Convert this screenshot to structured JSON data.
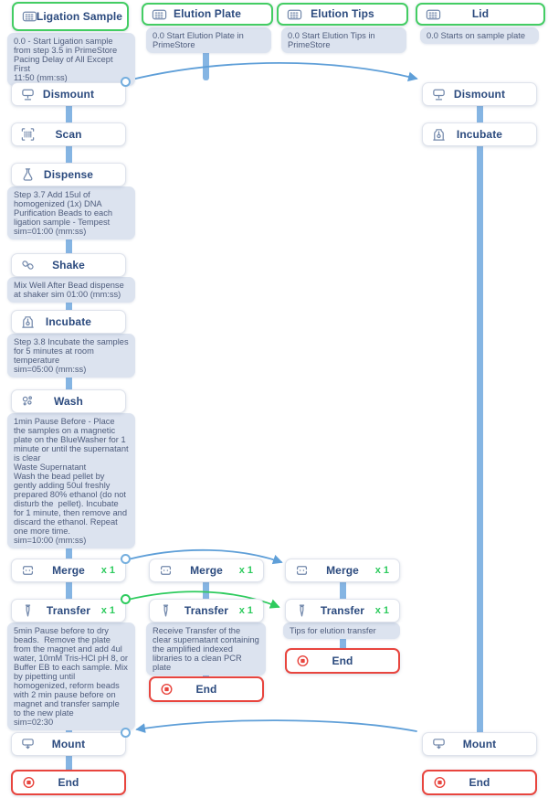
{
  "palette": {
    "selected_border_green": "#43cd63",
    "end_border_red": "#e8453e",
    "pipe_blue": "#85b5e3",
    "edge_blue": "#5f9fd8",
    "edge_green": "#2ecb5e",
    "label_navy": "#2b4a7e",
    "note_bg": "#dce3ef",
    "note_text": "#4e5c7c",
    "icon_slate": "#7288ab"
  },
  "sources": {
    "ligation": {
      "label": "Ligation Sample",
      "note": "0.0 - Start Ligation sample from step 3.5 in PrimeStore\nPacing Delay of All Except First\n11:50 (mm:ss)"
    },
    "elution_plate": {
      "label": "Elution Plate",
      "note": "0.0 Start Elution Plate in PrimeStore"
    },
    "elution_tips": {
      "label": "Elution Tips",
      "note": "0.0 Start Elution Tips in PrimeStore"
    },
    "lid": {
      "label": "Lid",
      "note": "0.0 Starts on sample plate"
    }
  },
  "steps": {
    "dismount": {
      "label": "Dismount"
    },
    "scan": {
      "label": "Scan"
    },
    "dispense": {
      "label": "Dispense",
      "note": "Step 3.7 Add 15ul of homogenized (1x) DNA Purification Beads to each ligation sample - Tempest\nsim=01:00 (mm:ss)"
    },
    "shake": {
      "label": "Shake",
      "note": "Mix Well After Bead dispense at shaker sim 01:00 (mm:ss)"
    },
    "incubate": {
      "label": "Incubate",
      "note": "Step 3.8 Incubate the samples for 5 minutes at room temperature\nsim=05:00 (mm:ss)"
    },
    "wash": {
      "label": "Wash",
      "note": "1min Pause Before - Place the samples on a magnetic plate on the BlueWasher for 1 minute or until the supernatant is clear\nWaste Supernatant\nWash the bead pellet by gently adding 50ul freshly prepared 80% ethanol (do not disturb the  pellet). Incubate for 1 minute, then remove and discard the ethanol. Repeat one more time.\nsim=10:00 (mm:ss)"
    },
    "merge": {
      "label": "Merge",
      "count": "x 1"
    },
    "transfer": {
      "label": "Transfer",
      "count": "x 1"
    },
    "mount": {
      "label": "Mount"
    },
    "end": {
      "label": "End"
    }
  },
  "transfer_notes": {
    "main": "5min Pause before to dry beads.  Remove the plate from the magnet and add 4ul water, 10mM Tris-HCl pH 8, or Buffer EB to each sample. Mix by pipetting until homogenized, reform beads with 2 min pause before on magnet and transfer sample to the new plate\nsim=02:30",
    "elution_plate": "Receive Transfer of the clear supernatant containing the amplified indexed libraries to a clean PCR plate",
    "elution_tips": "Tips for elution transfer"
  }
}
